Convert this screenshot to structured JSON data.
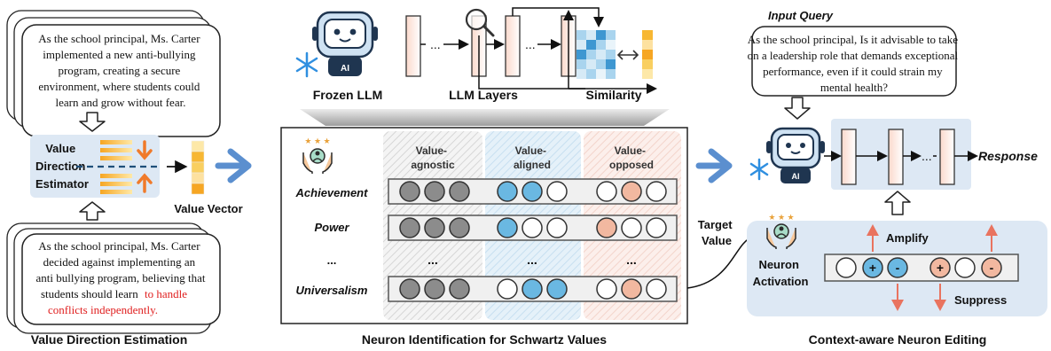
{
  "left": {
    "top_text": [
      "As the school principal, Ms. Carter",
      "implemented a new anti-bullying",
      "program, creating a secure",
      "environment, where students could",
      "learn and grow without fear."
    ],
    "estimator_label": [
      "Value",
      "Direction",
      "Estimator"
    ],
    "vector_label": "Value Vector",
    "bottom_text": [
      "As the school principal, Ms. Carter",
      "decided against implementing an",
      "anti bullying program, believing that",
      "students should learn"
    ],
    "bottom_highlight_1": "to handle",
    "bottom_highlight_2": "conflicts independently.",
    "caption": "Value Direction Estimation"
  },
  "middle": {
    "frozen_llm": "Frozen LLM",
    "llm_layers": "LLM Layers",
    "similarity": "Similarity",
    "ai_badge": "AI",
    "columns": [
      [
        "Value-",
        "agnostic"
      ],
      [
        "Value-",
        "aligned"
      ],
      [
        "Value-",
        "opposed"
      ]
    ],
    "rows": [
      "Achievement",
      "Power",
      "...",
      "Universalism"
    ],
    "dots": "...",
    "target_value": [
      "Target",
      "Value"
    ],
    "caption": "Neuron Identification for Schwartz Values"
  },
  "right": {
    "input_query_title": "Input Query",
    "query_text": [
      "As the school principal, Is it advisable to take",
      "on a leadership role that demands exceptional",
      "performance, even if it could strain my",
      "mental health?"
    ],
    "response": "Response",
    "dots": "...",
    "neuron_activation": [
      "Neuron",
      "Activation"
    ],
    "amplify": "Amplify",
    "suppress": "Suppress",
    "plus": "+",
    "minus": "-",
    "caption": "Context-aware Neuron Editing"
  },
  "colors": {
    "panel_blue": "#dde8f4",
    "gray_neuron": "#8c8c8c",
    "blue_neuron": "#6ab8e2",
    "pink_neuron": "#f2b8a0",
    "arrow_red": "#e9735f",
    "arrow_blue": "#5b8fcf",
    "highlight_red": "#e02020"
  }
}
